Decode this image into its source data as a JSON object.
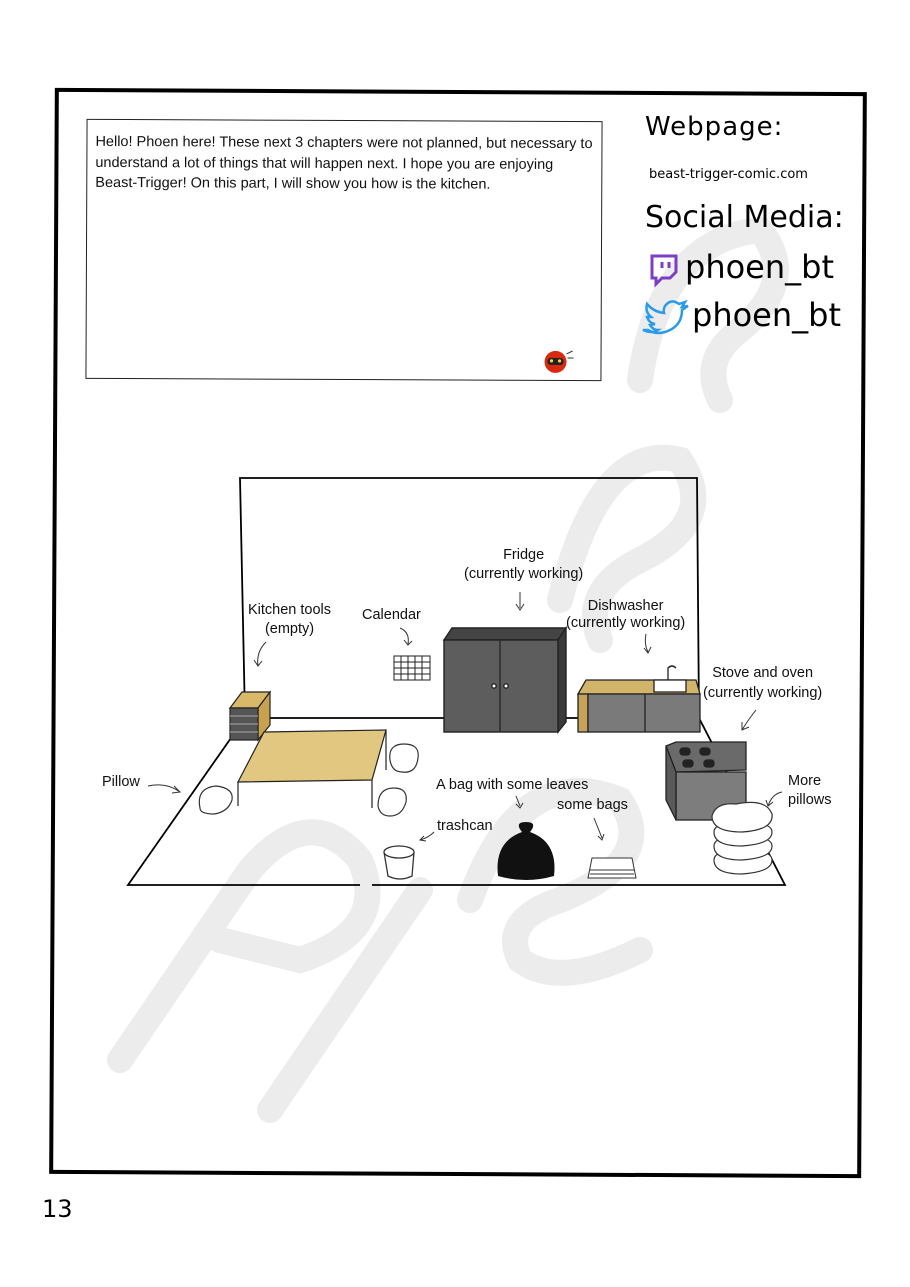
{
  "note": {
    "text": "Hello! Phoen here! These next 3 chapters were not planned, but necessary to understand a lot of things that will happen next. I hope you are enjoying Beast-Trigger! On this part, I will show you how is the kitchen."
  },
  "sidebar": {
    "webpage_label": "Webpage:",
    "webpage_url": "beast-trigger-comic.com",
    "social_label": "Social Media:",
    "socials": [
      {
        "icon": "twitch-icon",
        "handle": "phoen_bt",
        "color": "#7b3fc4"
      },
      {
        "icon": "twitter-icon",
        "handle": "phoen_bt",
        "color": "#2a9be8"
      }
    ]
  },
  "labels": {
    "fridge": "Fridge",
    "fridge_status": "(currently working)",
    "kitchen_tools": "Kitchen tools",
    "kitchen_tools_status": "(empty)",
    "calendar": "Calendar",
    "dishwasher": "Dishwasher",
    "dishwasher_status": "(currently working)",
    "stove": "Stove and oven",
    "stove_status": "(currently working)",
    "pillow": "Pillow",
    "more_pillows_1": "More",
    "more_pillows_2": "pillows",
    "leaves_bag": "A bag with some leaves",
    "some_bags": "some bags",
    "trashcan": "trashcan"
  },
  "page_number": "13"
}
